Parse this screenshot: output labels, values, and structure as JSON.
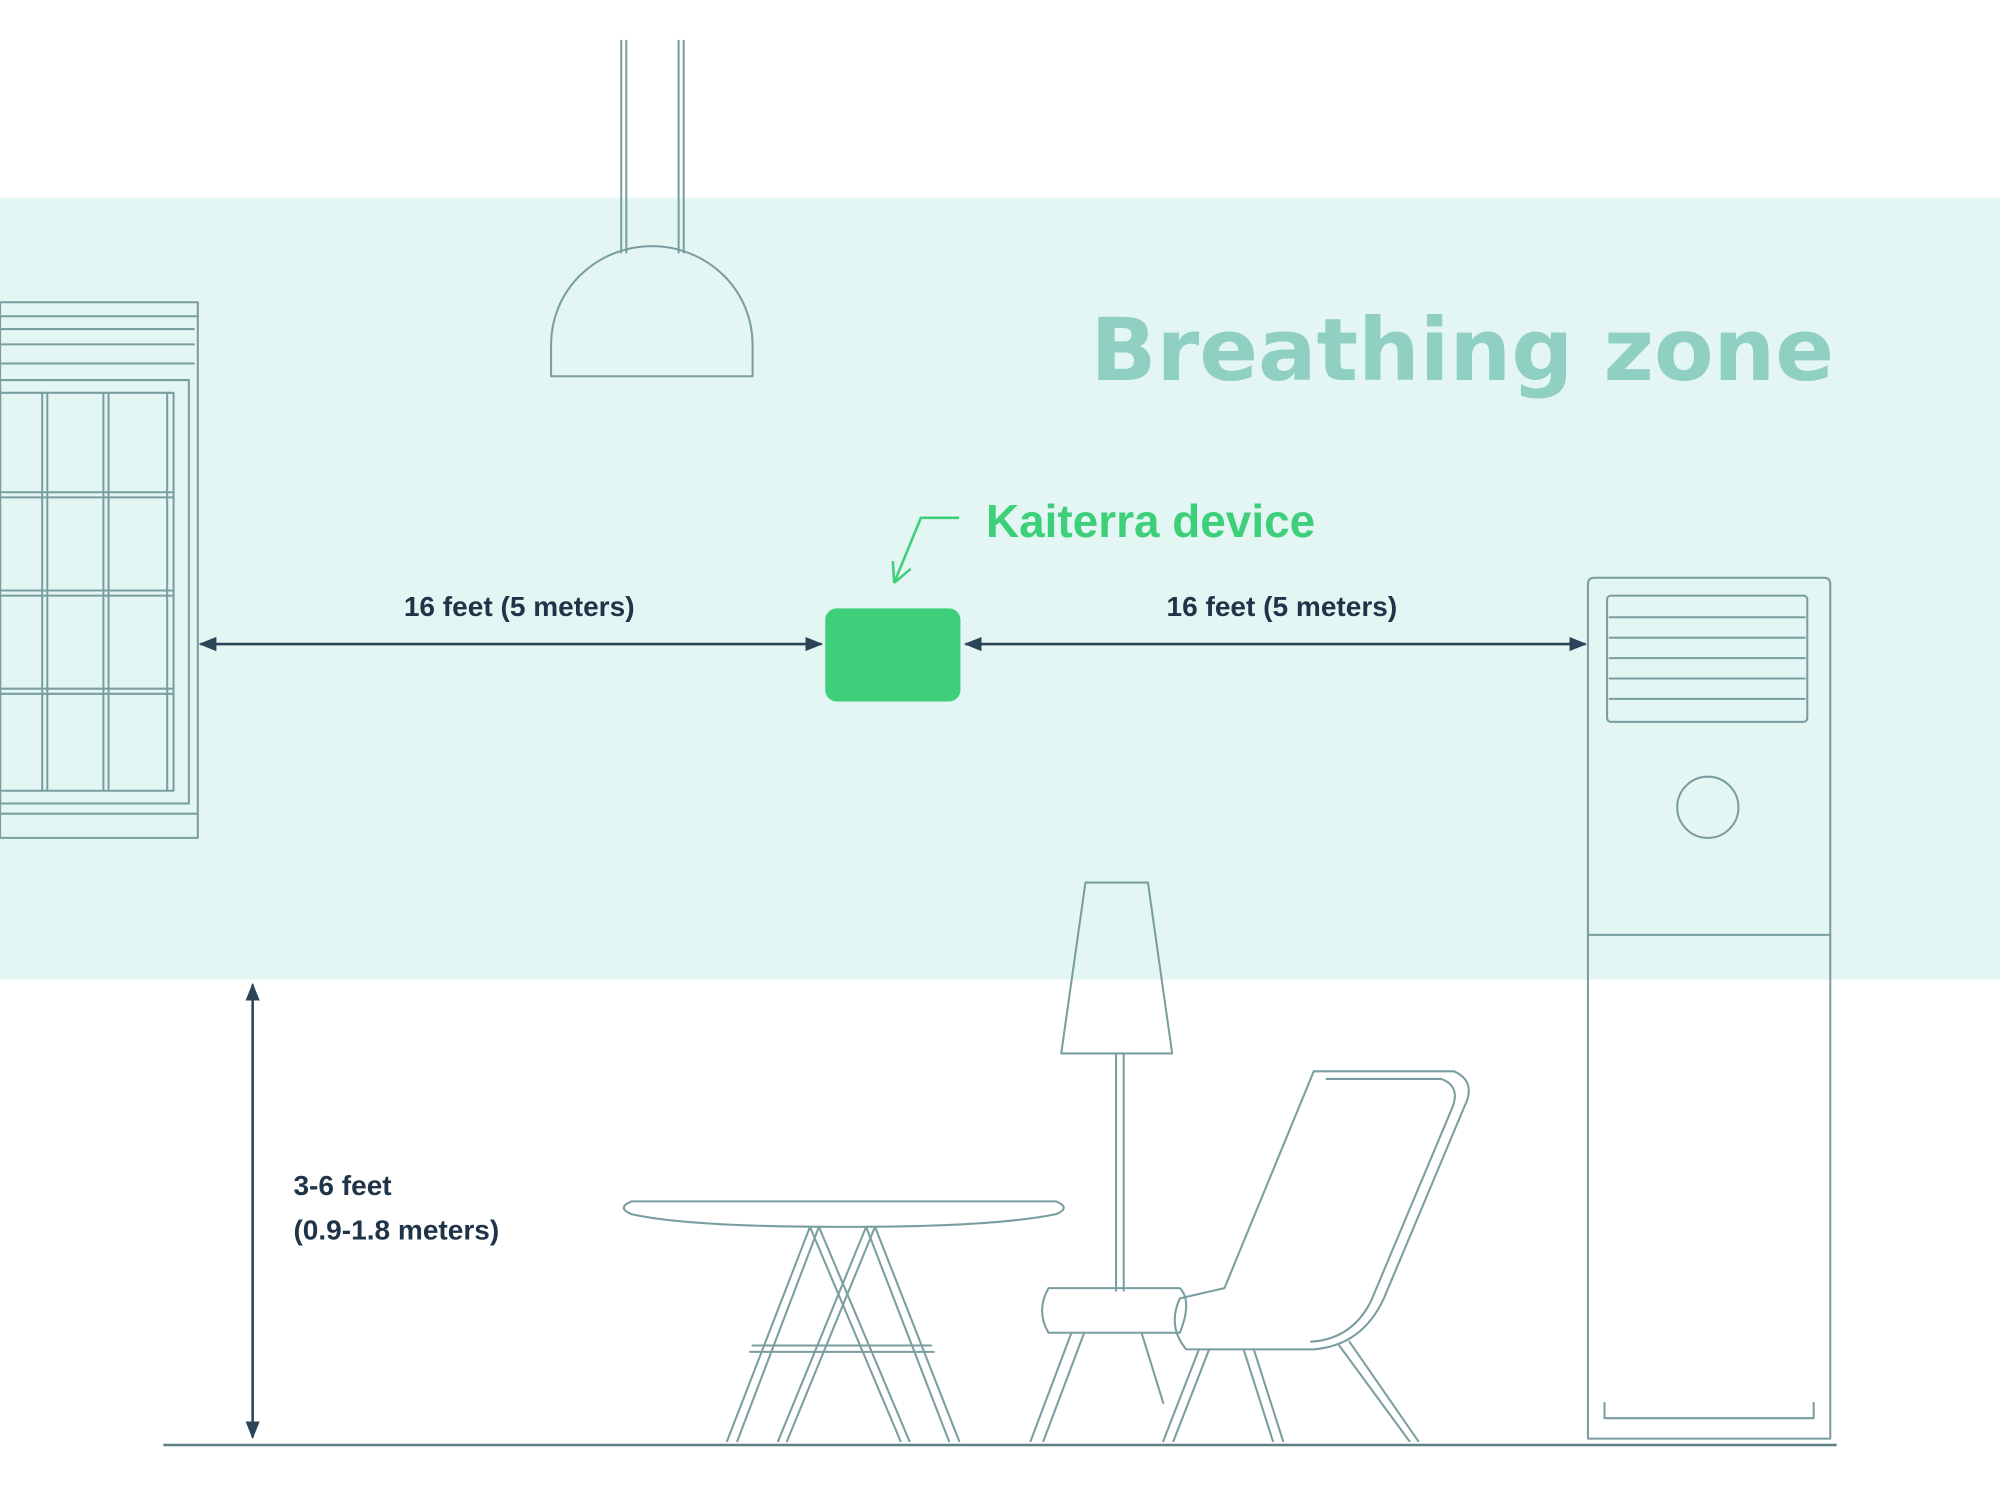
{
  "diagram": {
    "zone_title": "Breathing zone",
    "device_label": "Kaiterra device",
    "left_distance": "16 feet (5 meters)",
    "right_distance": "16 feet (5 meters)",
    "height_line1": "3-6 feet",
    "height_line2": "(0.9-1.8 meters)"
  },
  "colors": {
    "zone_band": "#e4f6f4",
    "zone_title": "#8fd0c2",
    "device": "#3ecf7a",
    "dimension": "#2b4458"
  }
}
